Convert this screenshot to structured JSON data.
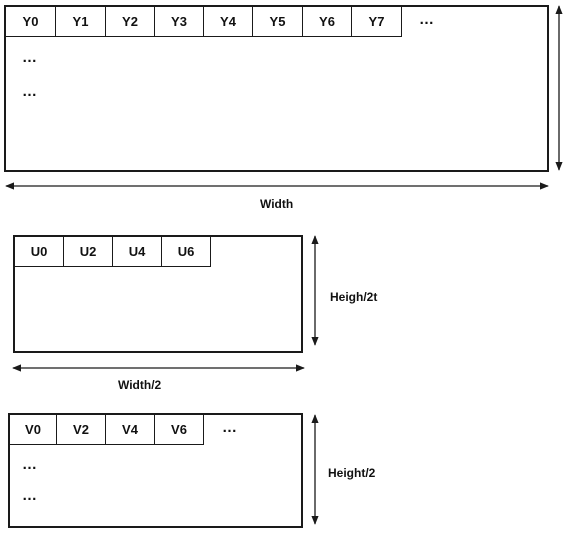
{
  "y_plane": {
    "cells": [
      "Y0",
      "Y1",
      "Y2",
      "Y3",
      "Y4",
      "Y5",
      "Y6",
      "Y7"
    ],
    "row_more": "…",
    "col_more": [
      "…",
      "…"
    ],
    "width_label": "Width"
  },
  "u_plane": {
    "cells": [
      "U0",
      "U2",
      "U4",
      "U6"
    ],
    "width_label": "Width/2",
    "height_label": "Heigh/2t"
  },
  "v_plane": {
    "cells": [
      "V0",
      "V2",
      "V4",
      "V6"
    ],
    "row_more": "…",
    "col_more": [
      "…",
      "…"
    ],
    "height_label": "Height/2"
  },
  "colors": {
    "line": "#1a1a1a",
    "background": "#ffffff"
  }
}
